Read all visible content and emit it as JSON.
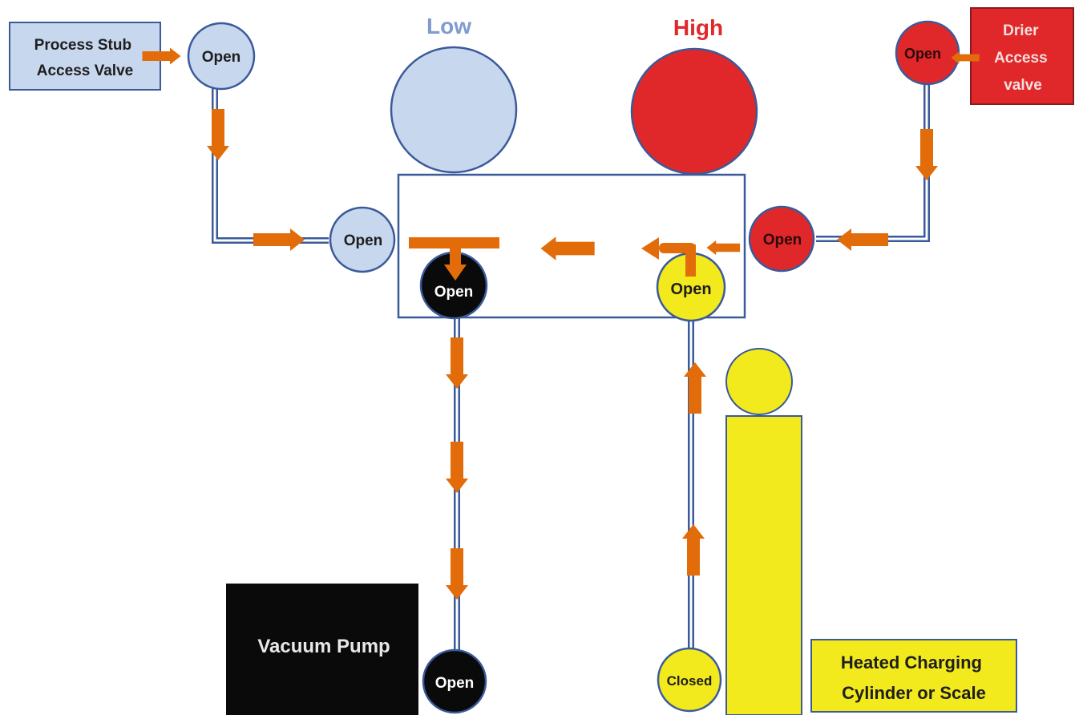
{
  "colors": {
    "low_fill": "#c7d7ee",
    "high_fill": "#e0282a",
    "yellow": "#f2ea1c",
    "black": "#0a0a0a",
    "outline": "#3a5a9a",
    "pipe": "#3a5a9a",
    "arrow": "#e36c0a",
    "low_label": "#7f9bd0",
    "high_label": "#e0282a"
  },
  "gauges": {
    "low_label": "Low",
    "high_label": "High"
  },
  "boxes": {
    "process_stub": "Process Stub\nAccess Valve",
    "drier": "Drier\nAccess\nvalve",
    "vacuum_pump": "Vacuum Pump",
    "charging": "Heated Charging\nCylinder or Scale"
  },
  "valves": {
    "process_stub": "Open",
    "low_side": "Open",
    "manifold_vacuum": "Open",
    "manifold_charge": "Open",
    "high_side": "Open",
    "drier": "Open",
    "vacuum_pump": "Open",
    "cylinder": "Closed"
  }
}
